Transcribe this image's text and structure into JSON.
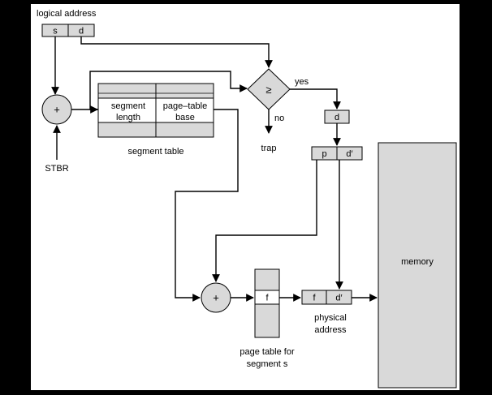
{
  "logical_address": {
    "title": "logical address",
    "s": "s",
    "d": "d"
  },
  "adder1": {
    "symbol": "+",
    "base_label": "STBR"
  },
  "segment_table": {
    "col1": [
      "segment",
      "length"
    ],
    "col2": [
      "page–table",
      "base"
    ],
    "caption": "segment table"
  },
  "compare": {
    "symbol": "≥",
    "yes": "yes",
    "no": "no",
    "trap": "trap"
  },
  "d_box": "d",
  "pd_box": {
    "p": "p",
    "d_prime": "d′"
  },
  "adder2": {
    "symbol": "+"
  },
  "page_table": {
    "entry": "f",
    "caption": [
      "page table for",
      "segment s"
    ]
  },
  "physical_address": {
    "f": "f",
    "d_prime": "d′",
    "caption": [
      "physical",
      "address"
    ]
  },
  "memory": {
    "label": "memory"
  },
  "colors": {
    "background": "#000000",
    "panel": "#ffffff",
    "fill": "#d9d9d9",
    "line": "#000000"
  }
}
